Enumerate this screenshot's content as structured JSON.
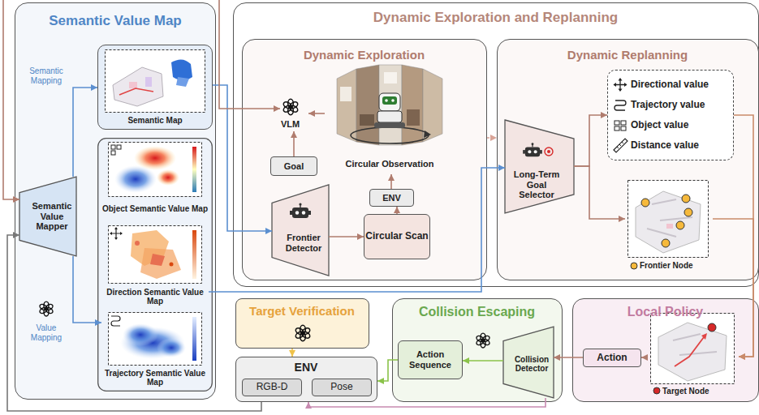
{
  "diagram": {
    "nodes": [
      {
        "text": [
          "Semantic Value Map"
        ]
      },
      {
        "text": [
          "Semantic Map"
        ],
        "in": 0
      },
      {
        "text": [
          "Semantic Value Mapper"
        ],
        "in": 0
      },
      {
        "text": [
          "Object Semantic Value Map"
        ],
        "in": 0
      },
      {
        "text": [
          "Direction Semantic Value Map"
        ],
        "in": 0
      },
      {
        "text": [
          "Trajectory Semantic Value Map"
        ],
        "in": 0
      },
      {
        "text": [
          "Dynamic Exploration and Replanning"
        ]
      },
      {
        "text": [
          "Dynamic Exploration"
        ],
        "in": 6
      },
      {
        "text": [
          "VLM"
        ],
        "in": 7
      },
      {
        "text": [
          "Goal"
        ],
        "in": 7
      },
      {
        "text": [
          "Circular Observation"
        ],
        "in": 7
      },
      {
        "text": [
          "ENV"
        ],
        "in": 7
      },
      {
        "text": [
          "Circular Scan"
        ],
        "in": 7
      },
      {
        "text": [
          "Frontier Detector"
        ],
        "in": 7
      },
      {
        "text": [
          "Dynamic Replanning"
        ],
        "in": 6
      },
      {
        "text": [
          "Long-Term Goal Selector"
        ],
        "in": 14
      },
      {
        "text": [
          "Directional value",
          "Trajectory value",
          "Object value",
          "Distance value"
        ],
        "in": 14
      },
      {
        "text": [
          "Frontier Node"
        ],
        "in": 14
      },
      {
        "text": [
          "Target Verification"
        ]
      },
      {
        "text": [
          "ENV"
        ]
      },
      {
        "text": [
          "RGB-D"
        ],
        "in": 19
      },
      {
        "text": [
          "Pose"
        ],
        "in": 19
      },
      {
        "text": [
          "Collision Escaping"
        ]
      },
      {
        "text": [
          "Action Sequence"
        ],
        "in": 22
      },
      {
        "text": [
          "Collision Detector"
        ],
        "in": 22
      },
      {
        "text": [
          "Local Policy"
        ]
      },
      {
        "text": [
          "Action"
        ],
        "in": 25
      },
      {
        "text": [
          "Target Node"
        ],
        "in": 25
      }
    ],
    "edges": [
      {
        "from": 2,
        "to": 1,
        "arrow": "to",
        "label": "Semantic Mapping"
      },
      {
        "from": 2,
        "to": 5,
        "arrow": "to",
        "label": "Value Mapping"
      },
      {
        "from": 1,
        "to": 13,
        "arrow": "to"
      },
      {
        "from": 4,
        "to": 15,
        "arrow": "to"
      },
      {
        "from": 13,
        "to": 12,
        "arrow": "to"
      },
      {
        "from": 12,
        "to": 11,
        "arrow": "to"
      },
      {
        "from": 11,
        "to": 10,
        "arrow": "to"
      },
      {
        "from": 10,
        "to": 8,
        "arrow": "to"
      },
      {
        "from": 9,
        "to": 8,
        "arrow": "to"
      },
      {
        "from": 7,
        "to": 14,
        "arrow": "to"
      },
      {
        "from": 15,
        "to": 16,
        "arrow": "to"
      },
      {
        "from": 15,
        "to": 17,
        "arrow": "to"
      },
      {
        "from": 16,
        "to": 27,
        "arrow": "to"
      },
      {
        "from": 17,
        "to": 27,
        "arrow": "to"
      },
      {
        "from": 27,
        "to": 26,
        "arrow": "to"
      },
      {
        "from": 26,
        "to": 24,
        "arrow": "to"
      },
      {
        "from": 24,
        "to": 23,
        "arrow": "to"
      },
      {
        "from": 23,
        "to": 19,
        "arrow": "to"
      },
      {
        "from": 24,
        "to": 19,
        "arrow": "to"
      },
      {
        "from": 18,
        "to": 19,
        "arrow": "to"
      },
      {
        "from": 19,
        "to": 2,
        "arrow": "to"
      }
    ]
  }
}
